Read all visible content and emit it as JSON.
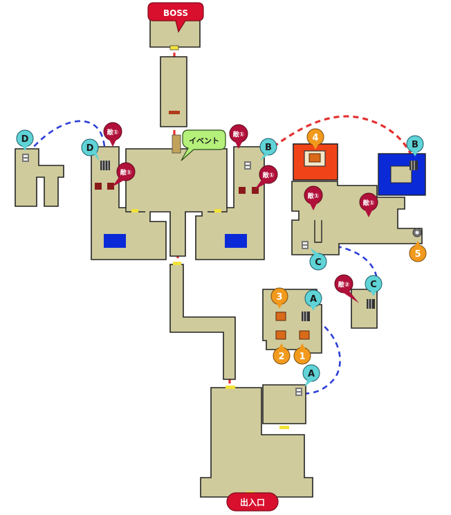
{
  "map": {
    "labels": {
      "boss": "BOSS",
      "event": "イベント",
      "exit": "出入口"
    },
    "enemy_tags": [
      "敵①",
      "敵①",
      "敵①",
      "敵①",
      "敵①",
      "敵①",
      "敵②"
    ],
    "warp_letters": [
      "A",
      "A",
      "B",
      "B",
      "C",
      "C",
      "D",
      "D"
    ],
    "treasure_numbers": [
      "1",
      "2",
      "3",
      "4",
      "5"
    ],
    "colors": {
      "floor": "#cfcb9c",
      "wall_outline": "#222222",
      "enemy_marker": "#b0103a",
      "warp_marker": "#5fd3d6",
      "treasure_marker": "#f29a1e",
      "door_connection": "#e53030",
      "warp_connection": "#2d3fd6",
      "water": "#0a2ad8",
      "fire_room": "#f04418"
    },
    "icons": [
      "stairs-icon",
      "ladder-icon",
      "treasure-chest-icon",
      "switch-icon",
      "pot-icon"
    ]
  }
}
